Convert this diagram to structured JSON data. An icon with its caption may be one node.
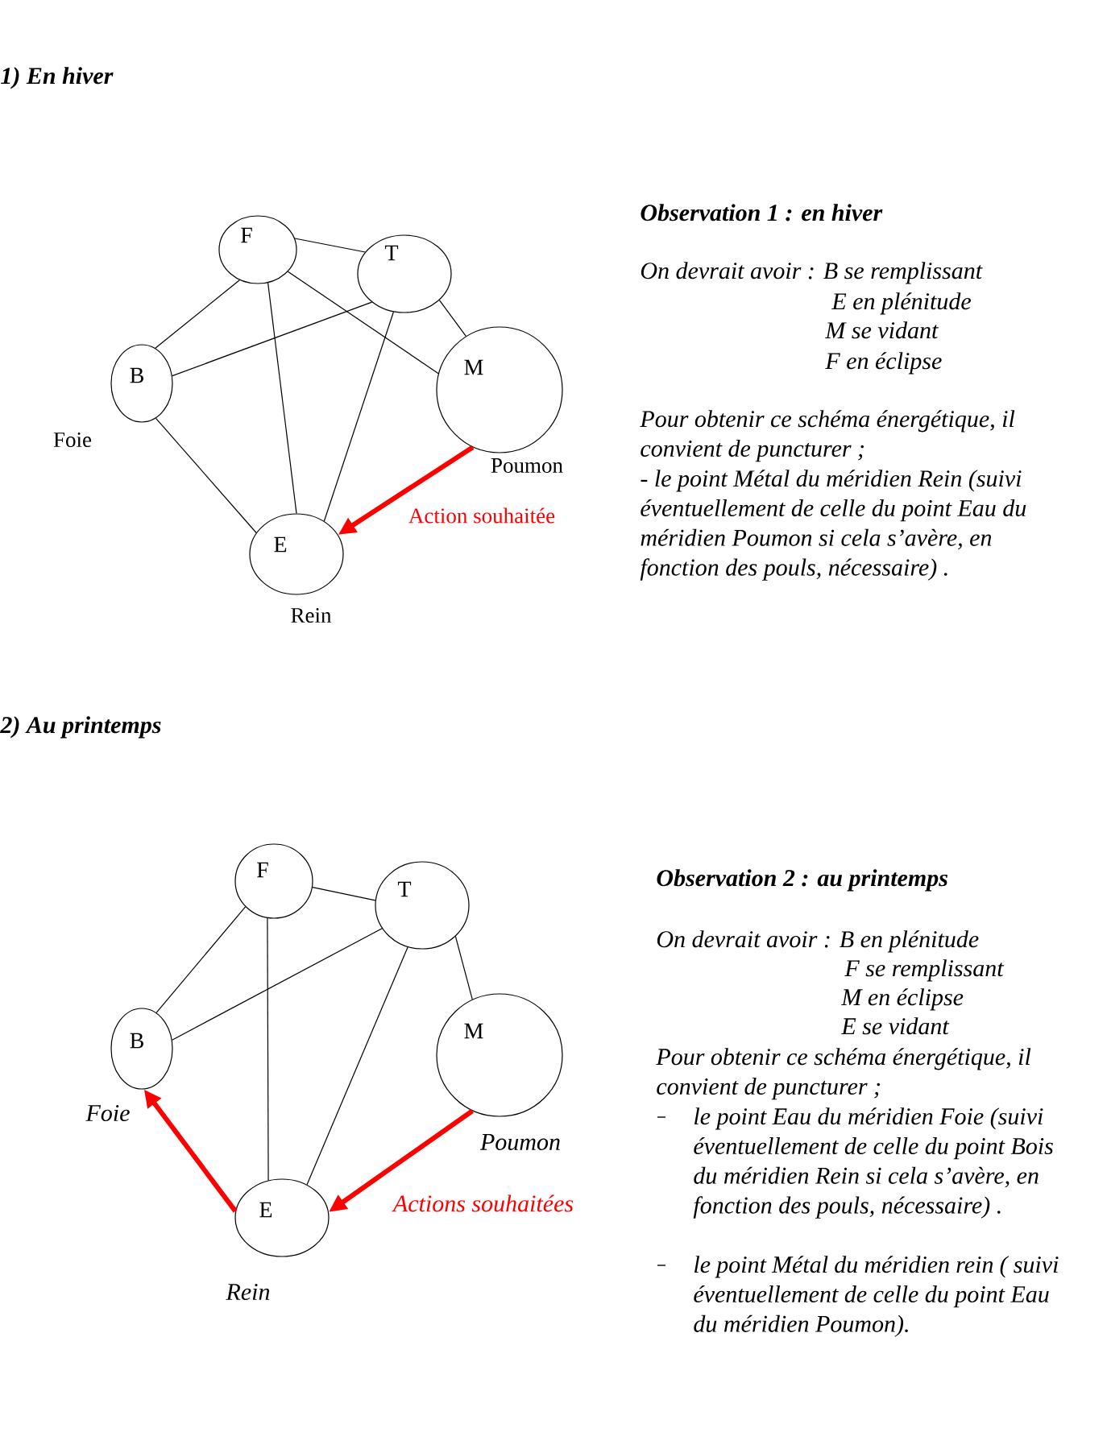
{
  "diagram": {
    "nodes": [
      {
        "text": [
          "F"
        ]
      },
      {
        "text": [
          "T"
        ]
      },
      {
        "text": [
          "B"
        ],
        "beside": [
          "Foie"
        ]
      },
      {
        "text": [
          "M"
        ],
        "beside": [
          "Poumon"
        ]
      },
      {
        "text": [
          "E"
        ],
        "beside": [
          "Rein"
        ]
      },
      {
        "text": [
          "F"
        ]
      },
      {
        "text": [
          "T"
        ]
      },
      {
        "text": [
          "B"
        ],
        "beside": [
          "Foie"
        ]
      },
      {
        "text": [
          "M"
        ],
        "beside": [
          "Poumon"
        ]
      },
      {
        "text": [
          "E"
        ],
        "beside": [
          "Rein"
        ]
      }
    ],
    "edges": [
      {
        "from": 0,
        "to": 1,
        "arrow": "none"
      },
      {
        "from": 0,
        "to": 2,
        "arrow": "none"
      },
      {
        "from": 0,
        "to": 3,
        "arrow": "none"
      },
      {
        "from": 0,
        "to": 4,
        "arrow": "none"
      },
      {
        "from": 1,
        "to": 2,
        "arrow": "none"
      },
      {
        "from": 1,
        "to": 3,
        "arrow": "none"
      },
      {
        "from": 1,
        "to": 4,
        "arrow": "none"
      },
      {
        "from": 2,
        "to": 4,
        "arrow": "none"
      },
      {
        "from": 3,
        "to": 4,
        "arrow": "to",
        "style": "thick",
        "color": "#ff0000",
        "label": "Action souhaitée"
      },
      {
        "from": 5,
        "to": 6,
        "arrow": "none"
      },
      {
        "from": 5,
        "to": 7,
        "arrow": "none"
      },
      {
        "from": 5,
        "to": 9,
        "arrow": "none"
      },
      {
        "from": 6,
        "to": 7,
        "arrow": "none"
      },
      {
        "from": 6,
        "to": 8,
        "arrow": "none"
      },
      {
        "from": 6,
        "to": 9,
        "arrow": "none"
      },
      {
        "from": 9,
        "to": 7,
        "arrow": "to",
        "style": "thick",
        "color": "#ff0000"
      },
      {
        "from": 8,
        "to": 9,
        "arrow": "to",
        "style": "thick",
        "color": "#ff0000",
        "label": "Actions souhaitées"
      }
    ],
    "labels": [
      "1) En hiver",
      "Observation 1 : en hiver",
      "On devrait avoir : B se remplissant",
      "E en plénitude",
      "M se vidant",
      "F en éclipse",
      "Pour obtenir ce schéma énergétique, il convient de puncturer ;",
      "- le point Métal du méridien Rein (suivi éventuellement de celle du point Eau du méridien Poumon si cela s’avère, en fonction des pouls, nécessaire) .",
      "2) Au printemps",
      "Observation 2 : au printemps",
      "On devrait avoir : B en plénitude",
      "F se remplissant",
      "M en éclipse",
      "E se vidant",
      "Pour obtenir ce schéma énergétique, il convient de puncturer ;",
      "le point Eau du méridien Foie (suivi éventuellement de celle du point Bois du méridien Rein si cela s’avère, en fonction des pouls, nécessaire) .",
      "le point Métal du méridien rein ( suivi éventuellement de celle du point Eau du méridien Poumon)."
    ]
  }
}
